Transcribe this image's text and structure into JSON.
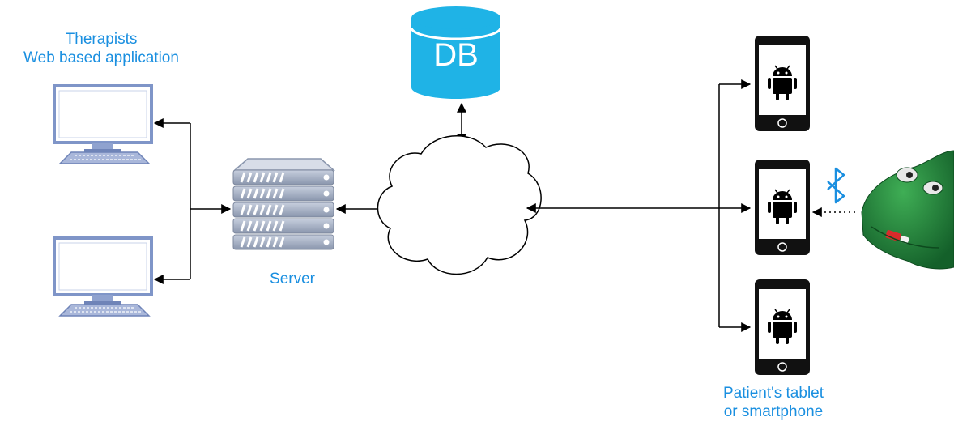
{
  "labels": {
    "therapists_line1": "Therapists",
    "therapists_line2": "Web based application",
    "server": "Server",
    "database": "DB",
    "patient_line1": "Patient's tablet",
    "patient_line2": "or smartphone"
  },
  "icons": {
    "workstations": [
      "monitor-keyboard-icon",
      "monitor-keyboard-icon"
    ],
    "server": "server-rack-icon",
    "database": "database-cylinder-icon",
    "network": "cloud-icon",
    "devices": [
      "android-phone-icon",
      "android-phone-icon",
      "android-phone-icon"
    ],
    "wireless": "bluetooth-icon",
    "toy": "green-crocodile-toy"
  },
  "colors": {
    "label_blue": "#1a8fe0",
    "db_blue": "#1fb3e6",
    "monitor_frame": "#7f95c8",
    "server_gray": "#9aa6bd",
    "toy_green": "#1f8a3a"
  }
}
